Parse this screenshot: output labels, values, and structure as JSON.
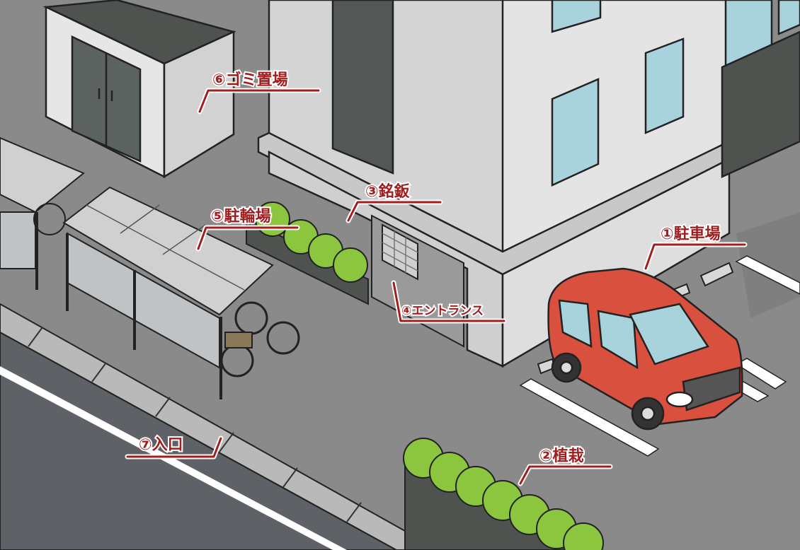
{
  "labels": {
    "parking": "①駐車場",
    "planting": "②植栽",
    "nameplate": "③銘鈑",
    "entrance": "④エントランス",
    "bicycle_parking": "⑤駐輪場",
    "garbage": "⑥ゴミ置場",
    "gate": "⑦入口"
  },
  "colors": {
    "label": "#a01e1e",
    "car": "#d9503f",
    "shrub": "#8cc63f",
    "window": "#a9d3dc",
    "ground": "#8a8a8a"
  }
}
